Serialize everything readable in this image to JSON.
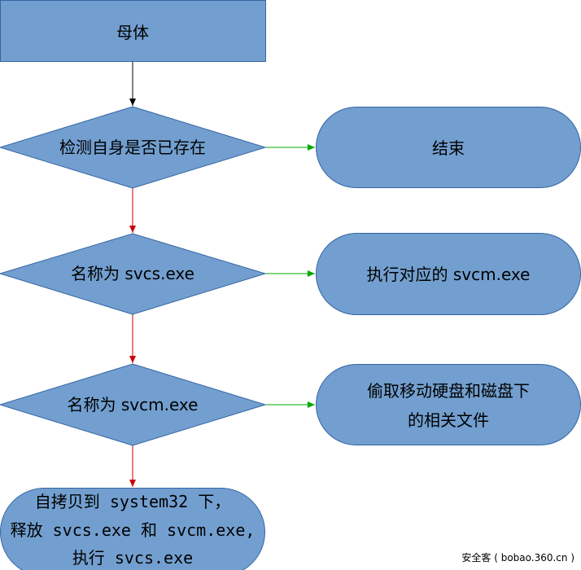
{
  "nodes": {
    "start": "母体",
    "check_self": "检测自身是否已存在",
    "end": "结束",
    "name_svcs": "名称为 svcs.exe",
    "run_svcm": "执行对应的 svcm.exe",
    "name_svcm": "名称为 svcm.exe",
    "steal_line1": "偷取移动硬盘和磁盘下",
    "steal_line2": "的相关文件",
    "copy_line1": "自拷贝到 system32 下，",
    "copy_line2": "释放 svcs.exe 和 svcm.exe,",
    "copy_line3": "执行 svcs.exe"
  },
  "watermark": "安全客 ( bobao.360.cn )",
  "colors": {
    "fill": "#729fcf",
    "stroke": "#3465a4",
    "arrow_down_start": "#000000",
    "arrow_down": "#cc0000",
    "arrow_right": "#00aa00"
  }
}
